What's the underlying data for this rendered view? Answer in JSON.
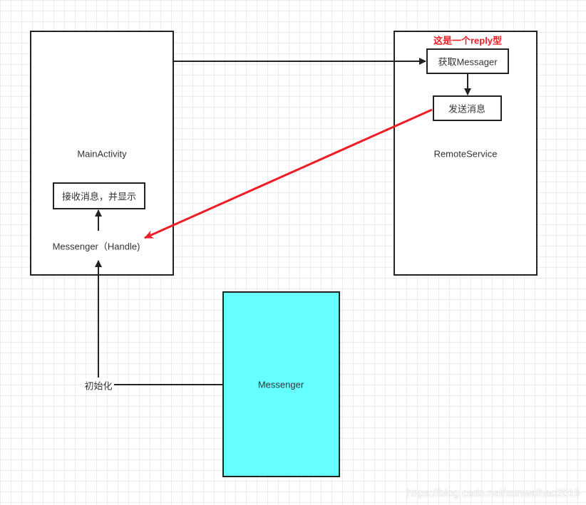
{
  "nodes": {
    "main_activity": "MainActivity",
    "receive": "接收消息，并显示",
    "messenger_handle": "Messenger（Handle)",
    "remote_service": "RemoteService",
    "reply_note": "这是一个reply型",
    "get_messenger": "获取Messager",
    "send": "发送消息",
    "messenger": "Messenger",
    "init": "初始化"
  },
  "colors": {
    "cyan": "#66ffff",
    "red": "#ee1c25",
    "line": "#222222"
  },
  "watermark": "https://blog.csdn.net/sunweihao2019"
}
